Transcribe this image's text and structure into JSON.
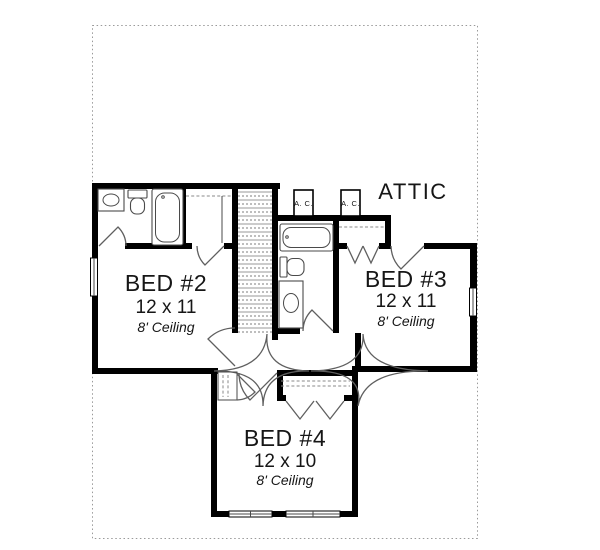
{
  "plan": {
    "attic_label": "ATTIC",
    "ac_units": [
      {
        "label": "A. C."
      },
      {
        "label": "A. C."
      }
    ],
    "rooms": [
      {
        "id": "bed2",
        "name": "BED #2",
        "dimensions": "12 x 11",
        "ceiling": "8' Ceiling"
      },
      {
        "id": "bed3",
        "name": "BED #3",
        "dimensions": "12 x 11",
        "ceiling": "8' Ceiling"
      },
      {
        "id": "bed4",
        "name": "BED #4",
        "dimensions": "12 x 10",
        "ceiling": "8' Ceiling"
      }
    ],
    "colors": {
      "walls": "#000000",
      "fixtures": "#4a4a4a",
      "boundary_dots": "#9a9a9a",
      "background": "#ffffff"
    }
  }
}
